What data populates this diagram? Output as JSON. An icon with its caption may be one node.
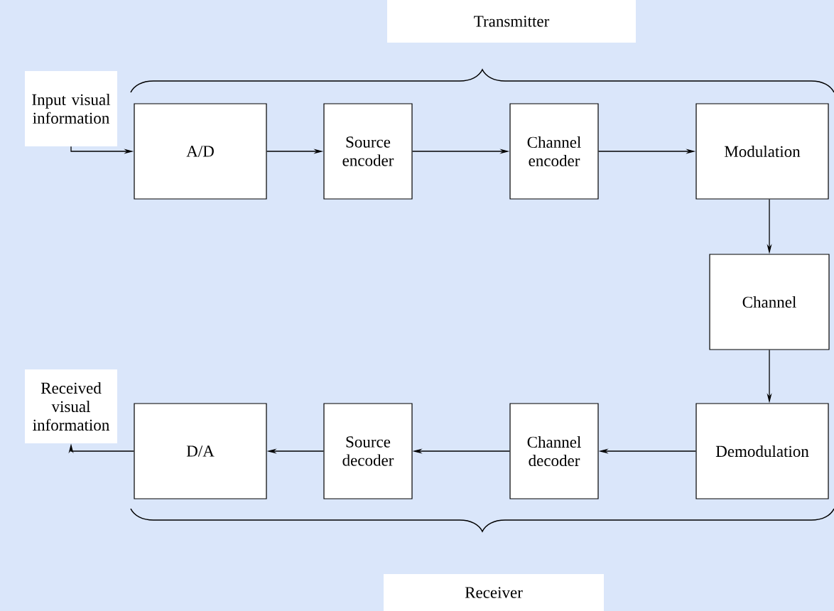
{
  "diagram": {
    "nodes": [
      {
        "text": [
          "Transmitter"
        ]
      },
      {
        "text": [
          "Input visual information"
        ]
      },
      {
        "text": [
          "A/D"
        ]
      },
      {
        "text": [
          "Source encoder"
        ]
      },
      {
        "text": [
          "Channel encoder"
        ]
      },
      {
        "text": [
          "Modulation"
        ]
      },
      {
        "text": [
          "Channel"
        ]
      },
      {
        "text": [
          "Demodulation"
        ]
      },
      {
        "text": [
          "Channel decoder"
        ]
      },
      {
        "text": [
          "Source decoder"
        ]
      },
      {
        "text": [
          "D/A"
        ]
      },
      {
        "text": [
          "Received visual information"
        ]
      },
      {
        "text": [
          "Receiver"
        ]
      }
    ],
    "edges": [
      {
        "from": 1,
        "to": 2,
        "arrow": "to"
      },
      {
        "from": 2,
        "to": 3,
        "arrow": "to"
      },
      {
        "from": 3,
        "to": 4,
        "arrow": "to"
      },
      {
        "from": 4,
        "to": 5,
        "arrow": "to"
      },
      {
        "from": 5,
        "to": 6,
        "arrow": "to"
      },
      {
        "from": 6,
        "to": 7,
        "arrow": "to"
      },
      {
        "from": 7,
        "to": 8,
        "arrow": "to"
      },
      {
        "from": 8,
        "to": 9,
        "arrow": "to"
      },
      {
        "from": 9,
        "to": 10,
        "arrow": "to"
      },
      {
        "from": 10,
        "to": 11,
        "arrow": "to"
      }
    ]
  }
}
